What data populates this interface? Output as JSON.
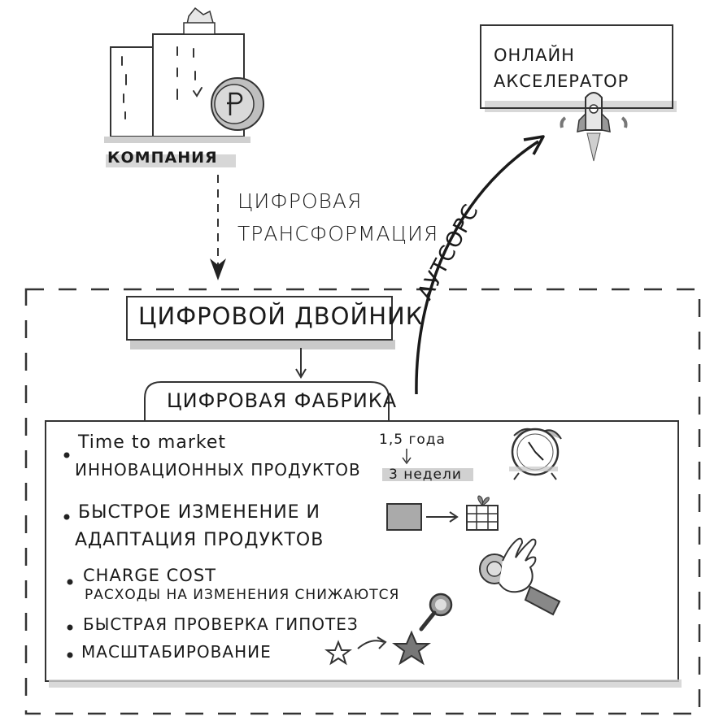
{
  "company": {
    "label": "КОМПАНИЯ"
  },
  "transformation": {
    "line1": "ЦИФРОВАЯ",
    "line2": "ТРАНСФОРМАЦИЯ"
  },
  "accelerator": {
    "line1": "ОНЛАЙН",
    "line2": "АКСЕЛЕРАТОР"
  },
  "outsource": {
    "label": "АУТСОРС"
  },
  "twin": {
    "label": "ЦИФРОВОЙ ДВОЙНИК"
  },
  "factory": {
    "label": "ЦИФРОВАЯ ФАБРИКА"
  },
  "items": [
    {
      "line1": "Time to market",
      "line2": "ИННОВАЦИОННЫХ ПРОДУКТОВ"
    },
    {
      "line1": "БЫСТРОЕ ИЗМЕНЕНИЕ И",
      "line2": "АДАПТАЦИЯ ПРОДУКТОВ"
    },
    {
      "line1": "CHARGE COST",
      "line2": "РАСХОДЫ НА ИЗМЕНЕНИЯ СНИЖАЮТСЯ"
    },
    {
      "line1": "БЫСТРАЯ ПРОВЕРКА ГИПОТЕЗ"
    },
    {
      "line1": "МАСШТАБИРОВАНИЕ"
    }
  ],
  "timing": {
    "from": "1,5 года",
    "to": "3 недели"
  },
  "icons": [
    "building-icon",
    "ruble-coin-icon",
    "rocket-icon",
    "alarm-clock-icon",
    "gray-block-icon",
    "gift-icon",
    "hand-coin-icon",
    "magnifier-icon",
    "small-star-icon",
    "big-star-icon"
  ]
}
